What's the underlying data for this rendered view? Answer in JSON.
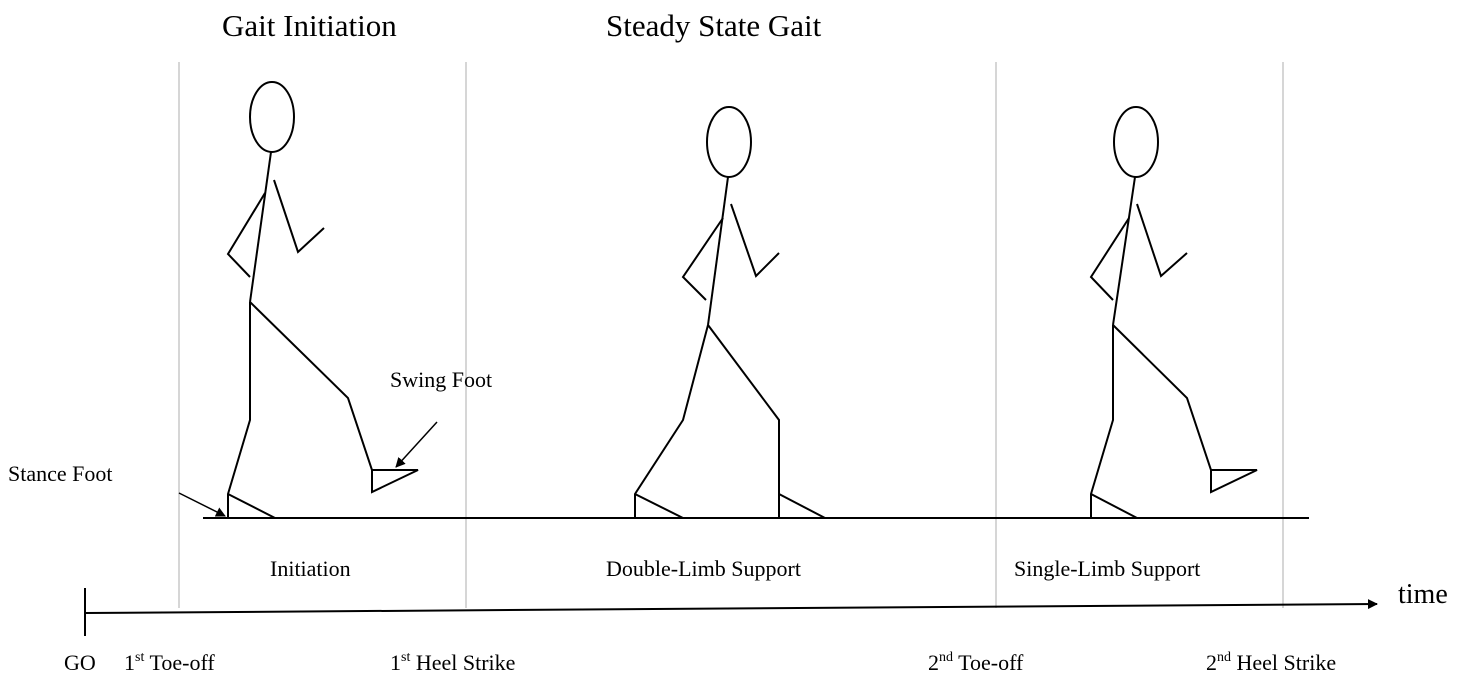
{
  "titles": {
    "gait_initiation": "Gait Initiation",
    "steady_state": "Steady State Gait"
  },
  "labels": {
    "swing_foot": "Swing Foot",
    "stance_foot": "Stance Foot",
    "time": "time"
  },
  "phases": {
    "initiation": "Initiation",
    "double_limb": "Double-Limb Support",
    "single_limb": "Single-Limb Support"
  },
  "events": {
    "go": "GO",
    "toe_off_1_ord": "1",
    "toe_off_1_sup": "st",
    "toe_off_1_text": " Toe-off",
    "heel_strike_1_ord": "1",
    "heel_strike_1_sup": "st",
    "heel_strike_1_text": " Heel Strike",
    "toe_off_2_ord": "2",
    "toe_off_2_sup": "nd",
    "toe_off_2_text": " Toe-off",
    "heel_strike_2_ord": "2",
    "heel_strike_2_sup": "nd",
    "heel_strike_2_text": " Heel Strike"
  },
  "colors": {
    "line": "#000000",
    "divider": "#c8c8c8"
  }
}
